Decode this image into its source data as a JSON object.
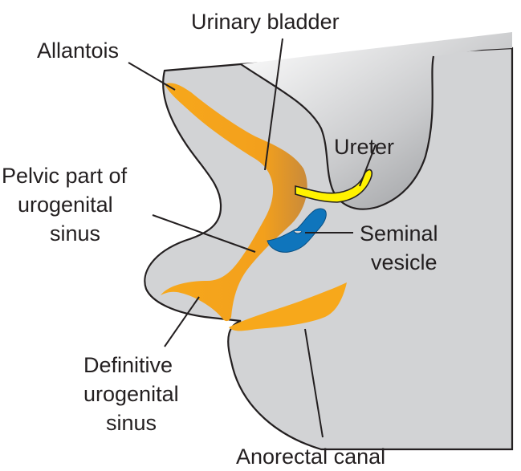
{
  "labels": {
    "urinary_bladder": "Urinary bladder",
    "allantois": "Allantois",
    "ureter": "Ureter",
    "pelvic_part": [
      "Pelvic part of",
      "urogenital",
      "sinus"
    ],
    "seminal_vesicle": [
      "Seminal",
      "vesicle"
    ],
    "definitive_sinus": [
      "Definitive",
      "urogenital",
      "sinus"
    ],
    "anorectal_canal": "Anorectal canal"
  },
  "colors": {
    "tissue": "#d2d3d5",
    "outline": "#231f20",
    "urogenital_sinus": "#f7a81b",
    "ureter": "#fff200",
    "seminal_vesicle": "#0f75bc"
  }
}
